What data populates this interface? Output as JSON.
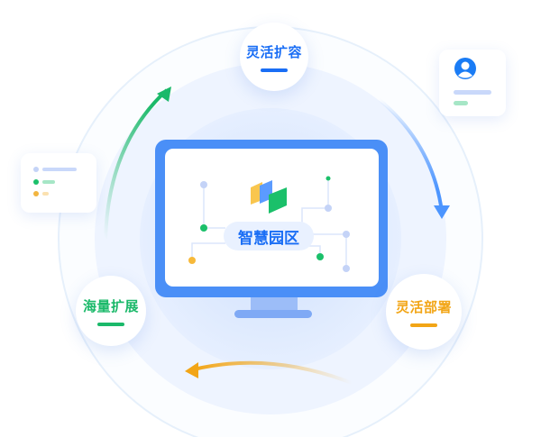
{
  "center": {
    "title": "智慧园区"
  },
  "features": [
    {
      "label": "灵活扩容",
      "color": "#1a6ef5"
    },
    {
      "label": "海量扩展",
      "color": "#1bb96a"
    },
    {
      "label": "灵活部署",
      "color": "#f2a516"
    }
  ],
  "icons": [
    "user-avatar-icon",
    "logo-icon",
    "arrow-icon"
  ]
}
